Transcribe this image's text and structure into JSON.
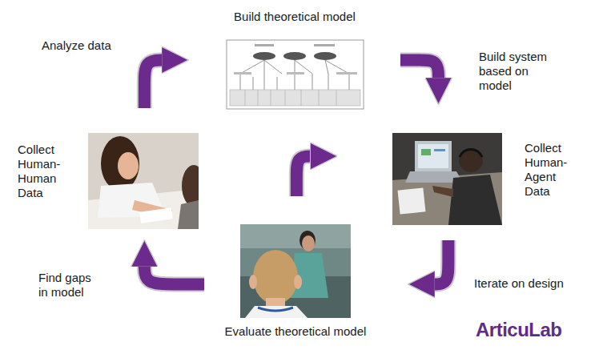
{
  "diagram": {
    "nodes": [
      {
        "text": [
          "Build theoretical model"
        ]
      },
      {
        "text": [
          "Collect Human-Agent Data"
        ]
      },
      {
        "text": [
          "Evaluate theoretical model"
        ]
      },
      {
        "text": [
          "Collect Human-Human Data"
        ]
      }
    ],
    "edges": [
      {
        "from": 0,
        "to": 1,
        "label": "Build system based on model",
        "arrow": "to"
      },
      {
        "from": 1,
        "to": 2,
        "label": "Iterate on design",
        "arrow": "to"
      },
      {
        "from": 2,
        "to": 3,
        "label": "Find gaps in model",
        "arrow": "to"
      },
      {
        "from": 3,
        "to": 0,
        "label": "Analyze data",
        "arrow": "to"
      },
      {
        "from": 2,
        "to": 0,
        "arrow": "to"
      }
    ],
    "labels": [
      "ArticuLab"
    ]
  }
}
